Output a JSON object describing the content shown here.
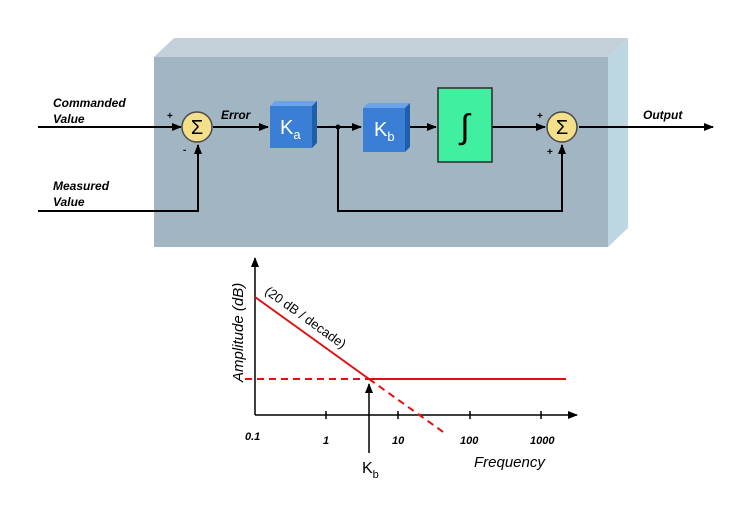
{
  "block_diagram": {
    "inputs": {
      "commanded_line1": "Commanded",
      "commanded_line2": "Value",
      "measured_line1": "Measured",
      "measured_line2": "Value"
    },
    "signals": {
      "error": "Error",
      "output": "Output"
    },
    "summer1": {
      "symbol": "Σ",
      "sign_top": "+",
      "sign_bottom": "-"
    },
    "summer2": {
      "symbol": "Σ",
      "sign_top": "+",
      "sign_bottom": "+"
    },
    "gain_a": {
      "main": "K",
      "sub": "a"
    },
    "gain_b": {
      "main": "K",
      "sub": "b"
    },
    "integrator": {
      "symbol": "∫"
    },
    "colors": {
      "panel": "#a2b5c3",
      "gain_block": "#3a7fd5",
      "integrator": "#40f0a0",
      "summer": "#f5e08a"
    }
  },
  "bode_plot": {
    "ylabel": "Amplitude (dB)",
    "xlabel": "Frequency",
    "slope_label": "(20 dB / decade)",
    "tick_labels": [
      "0.1",
      "1",
      "10",
      "100",
      "1000"
    ],
    "corner_label_main": "K",
    "corner_label_sub": "b",
    "line_color": "#e01010"
  }
}
